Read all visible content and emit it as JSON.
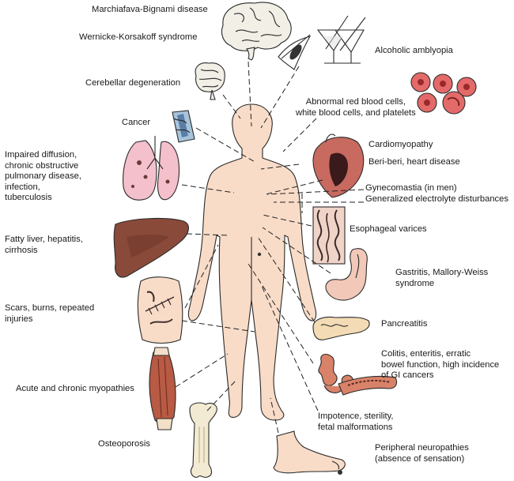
{
  "labels": {
    "marchiafava": "Marchiafava-Bignami disease",
    "wernicke": "Wernicke-Korsakoff syndrome",
    "amblyopia": "Alcoholic amblyopia",
    "cerebellar": "Cerebellar degeneration",
    "blood": "Abnormal red blood cells,\nwhite blood cells, and platelets",
    "cancer": "Cancer",
    "cardiomyopathy": "Cardiomyopathy",
    "beriberi": "Beri-beri, heart disease",
    "lungs": "Impaired diffusion,\nchronic obstructive\npulmonary disease,\ninfection,\ntuberculosis",
    "gynecomastia": "Gynecomastia (in men)",
    "electrolyte": "Generalized electrolyte disturbances",
    "varices": "Esophageal varices",
    "liver": "Fatty liver, hepatitis,\ncirrhosis",
    "gastritis": "Gastritis, Mallory-Weiss\nsyndrome",
    "scars": "Scars, burns, repeated\ninjuries",
    "pancreatitis": "Pancreatitis",
    "colitis": "Colitis, enteritis, erratic\nbowel function, high incidence\nof GI cancers",
    "myopathies": "Acute and chronic myopathies",
    "impotence": "Impotence, sterility,\nfetal malformations",
    "osteoporosis": "Osteoporosis",
    "neuropathies": "Peripheral neuropathies\n(absence of sensation)"
  },
  "colors": {
    "skin": "#f8dcc8",
    "liver": "#8a4a3a",
    "lung": "#f4c0cc",
    "heart": "#c86a60",
    "muscle": "#b85a44",
    "pancreas": "#f3dcb5",
    "blood_cell": "#e46a6a",
    "bowel": "#d9826a",
    "vein": "#a8c4dc"
  }
}
